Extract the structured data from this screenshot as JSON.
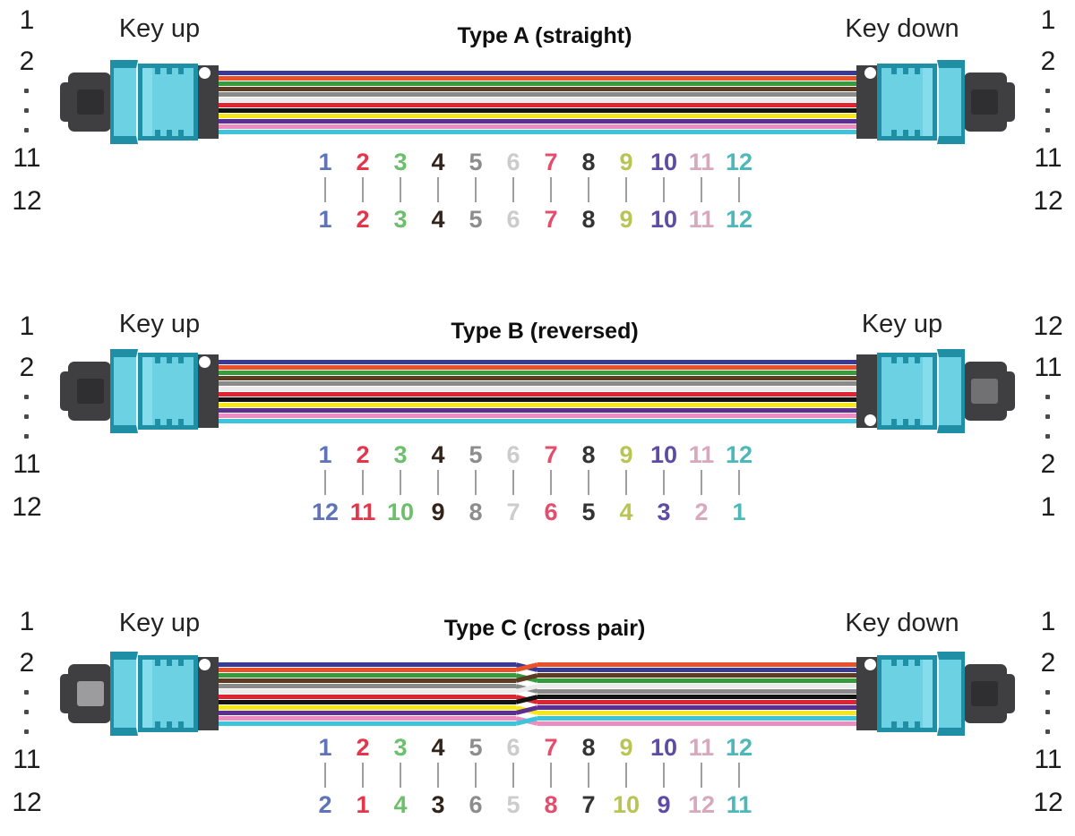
{
  "palette": {
    "fiber_colors": [
      "#383a96",
      "#e8512a",
      "#359b3c",
      "#5d3b20",
      "#8a8a8a",
      "#ececec",
      "#dd2430",
      "#121212",
      "#f6e71c",
      "#5c2e91",
      "#ec8cc0",
      "#3ec4da"
    ],
    "number_colors": [
      "#5f74b8",
      "#e4354b",
      "#6cc06c",
      "#33241b",
      "#8d8d8d",
      "#cccccc",
      "#e44d6d",
      "#343434",
      "#bac453",
      "#5f4ba5",
      "#d8a8bd",
      "#4db8ba"
    ],
    "connector_body": "#6bd1e3",
    "connector_body_light": "#84dcec",
    "connector_dark": "#1e8fa4",
    "boot_dark": "#3f3f42",
    "boot_stripe_dark": "#2f2f32",
    "boot_stripe_light": "#9c9c9e",
    "boot_stripe_medium": "#717174",
    "map_line": "#9e9e9e"
  },
  "sections": [
    {
      "title": "Type A (straight)",
      "left_key_label": "Key up",
      "right_key_label": "Key down",
      "left_pins": [
        "1",
        "2",
        "·",
        "·",
        "·",
        "11",
        "12"
      ],
      "right_pins": [
        "1",
        "2",
        "·",
        "·",
        "·",
        "11",
        "12"
      ],
      "top_numbers": [
        "1",
        "2",
        "3",
        "4",
        "5",
        "6",
        "7",
        "8",
        "9",
        "10",
        "11",
        "12"
      ],
      "bottom_numbers": [
        "1",
        "2",
        "3",
        "4",
        "5",
        "6",
        "7",
        "8",
        "9",
        "10",
        "11",
        "12"
      ],
      "crossover": false
    },
    {
      "title": "Type B (reversed)",
      "left_key_label": "Key up",
      "right_key_label": "Key up",
      "left_pins": [
        "1",
        "2",
        "·",
        "·",
        "·",
        "11",
        "12"
      ],
      "right_pins": [
        "12",
        "11",
        "·",
        "·",
        "·",
        "2",
        "1"
      ],
      "top_numbers": [
        "1",
        "2",
        "3",
        "4",
        "5",
        "6",
        "7",
        "8",
        "9",
        "10",
        "11",
        "12"
      ],
      "bottom_numbers": [
        "12",
        "11",
        "10",
        "9",
        "8",
        "7",
        "6",
        "5",
        "4",
        "3",
        "2",
        "1"
      ],
      "crossover": false
    },
    {
      "title": "Type C (cross pair)",
      "left_key_label": "Key up",
      "right_key_label": "Key down",
      "left_pins": [
        "1",
        "2",
        "·",
        "·",
        "·",
        "11",
        "12"
      ],
      "right_pins": [
        "1",
        "2",
        "·",
        "·",
        "·",
        "11",
        "12"
      ],
      "top_numbers": [
        "1",
        "2",
        "3",
        "4",
        "5",
        "6",
        "7",
        "8",
        "9",
        "10",
        "11",
        "12"
      ],
      "bottom_numbers": [
        "2",
        "1",
        "4",
        "3",
        "6",
        "5",
        "8",
        "7",
        "10",
        "9",
        "12",
        "11"
      ],
      "crossover": true,
      "right_fiber_order": [
        2,
        1,
        4,
        3,
        6,
        5,
        8,
        7,
        10,
        9,
        12,
        11
      ]
    }
  ]
}
